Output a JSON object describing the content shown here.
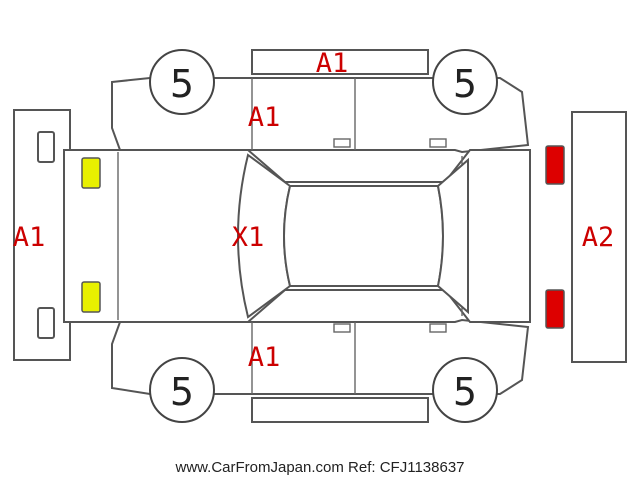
{
  "colors": {
    "damage_text": "#cc0000",
    "front_lamp": "#e8f000",
    "rear_lamp": "#dd0000",
    "outline": "#555555"
  },
  "wheels": {
    "front_left": "5",
    "rear_left": "5",
    "front_right": "5",
    "rear_right": "5"
  },
  "damage_codes": {
    "roof_top_panel": "A1",
    "left_front_door": "A1",
    "right_front_door": "A1",
    "front_bumper": "A1",
    "windshield": "X1",
    "rear_bumper": "A2"
  },
  "footer": {
    "watermark": "www.CarFromJapan.com Ref: CFJ1138637"
  }
}
